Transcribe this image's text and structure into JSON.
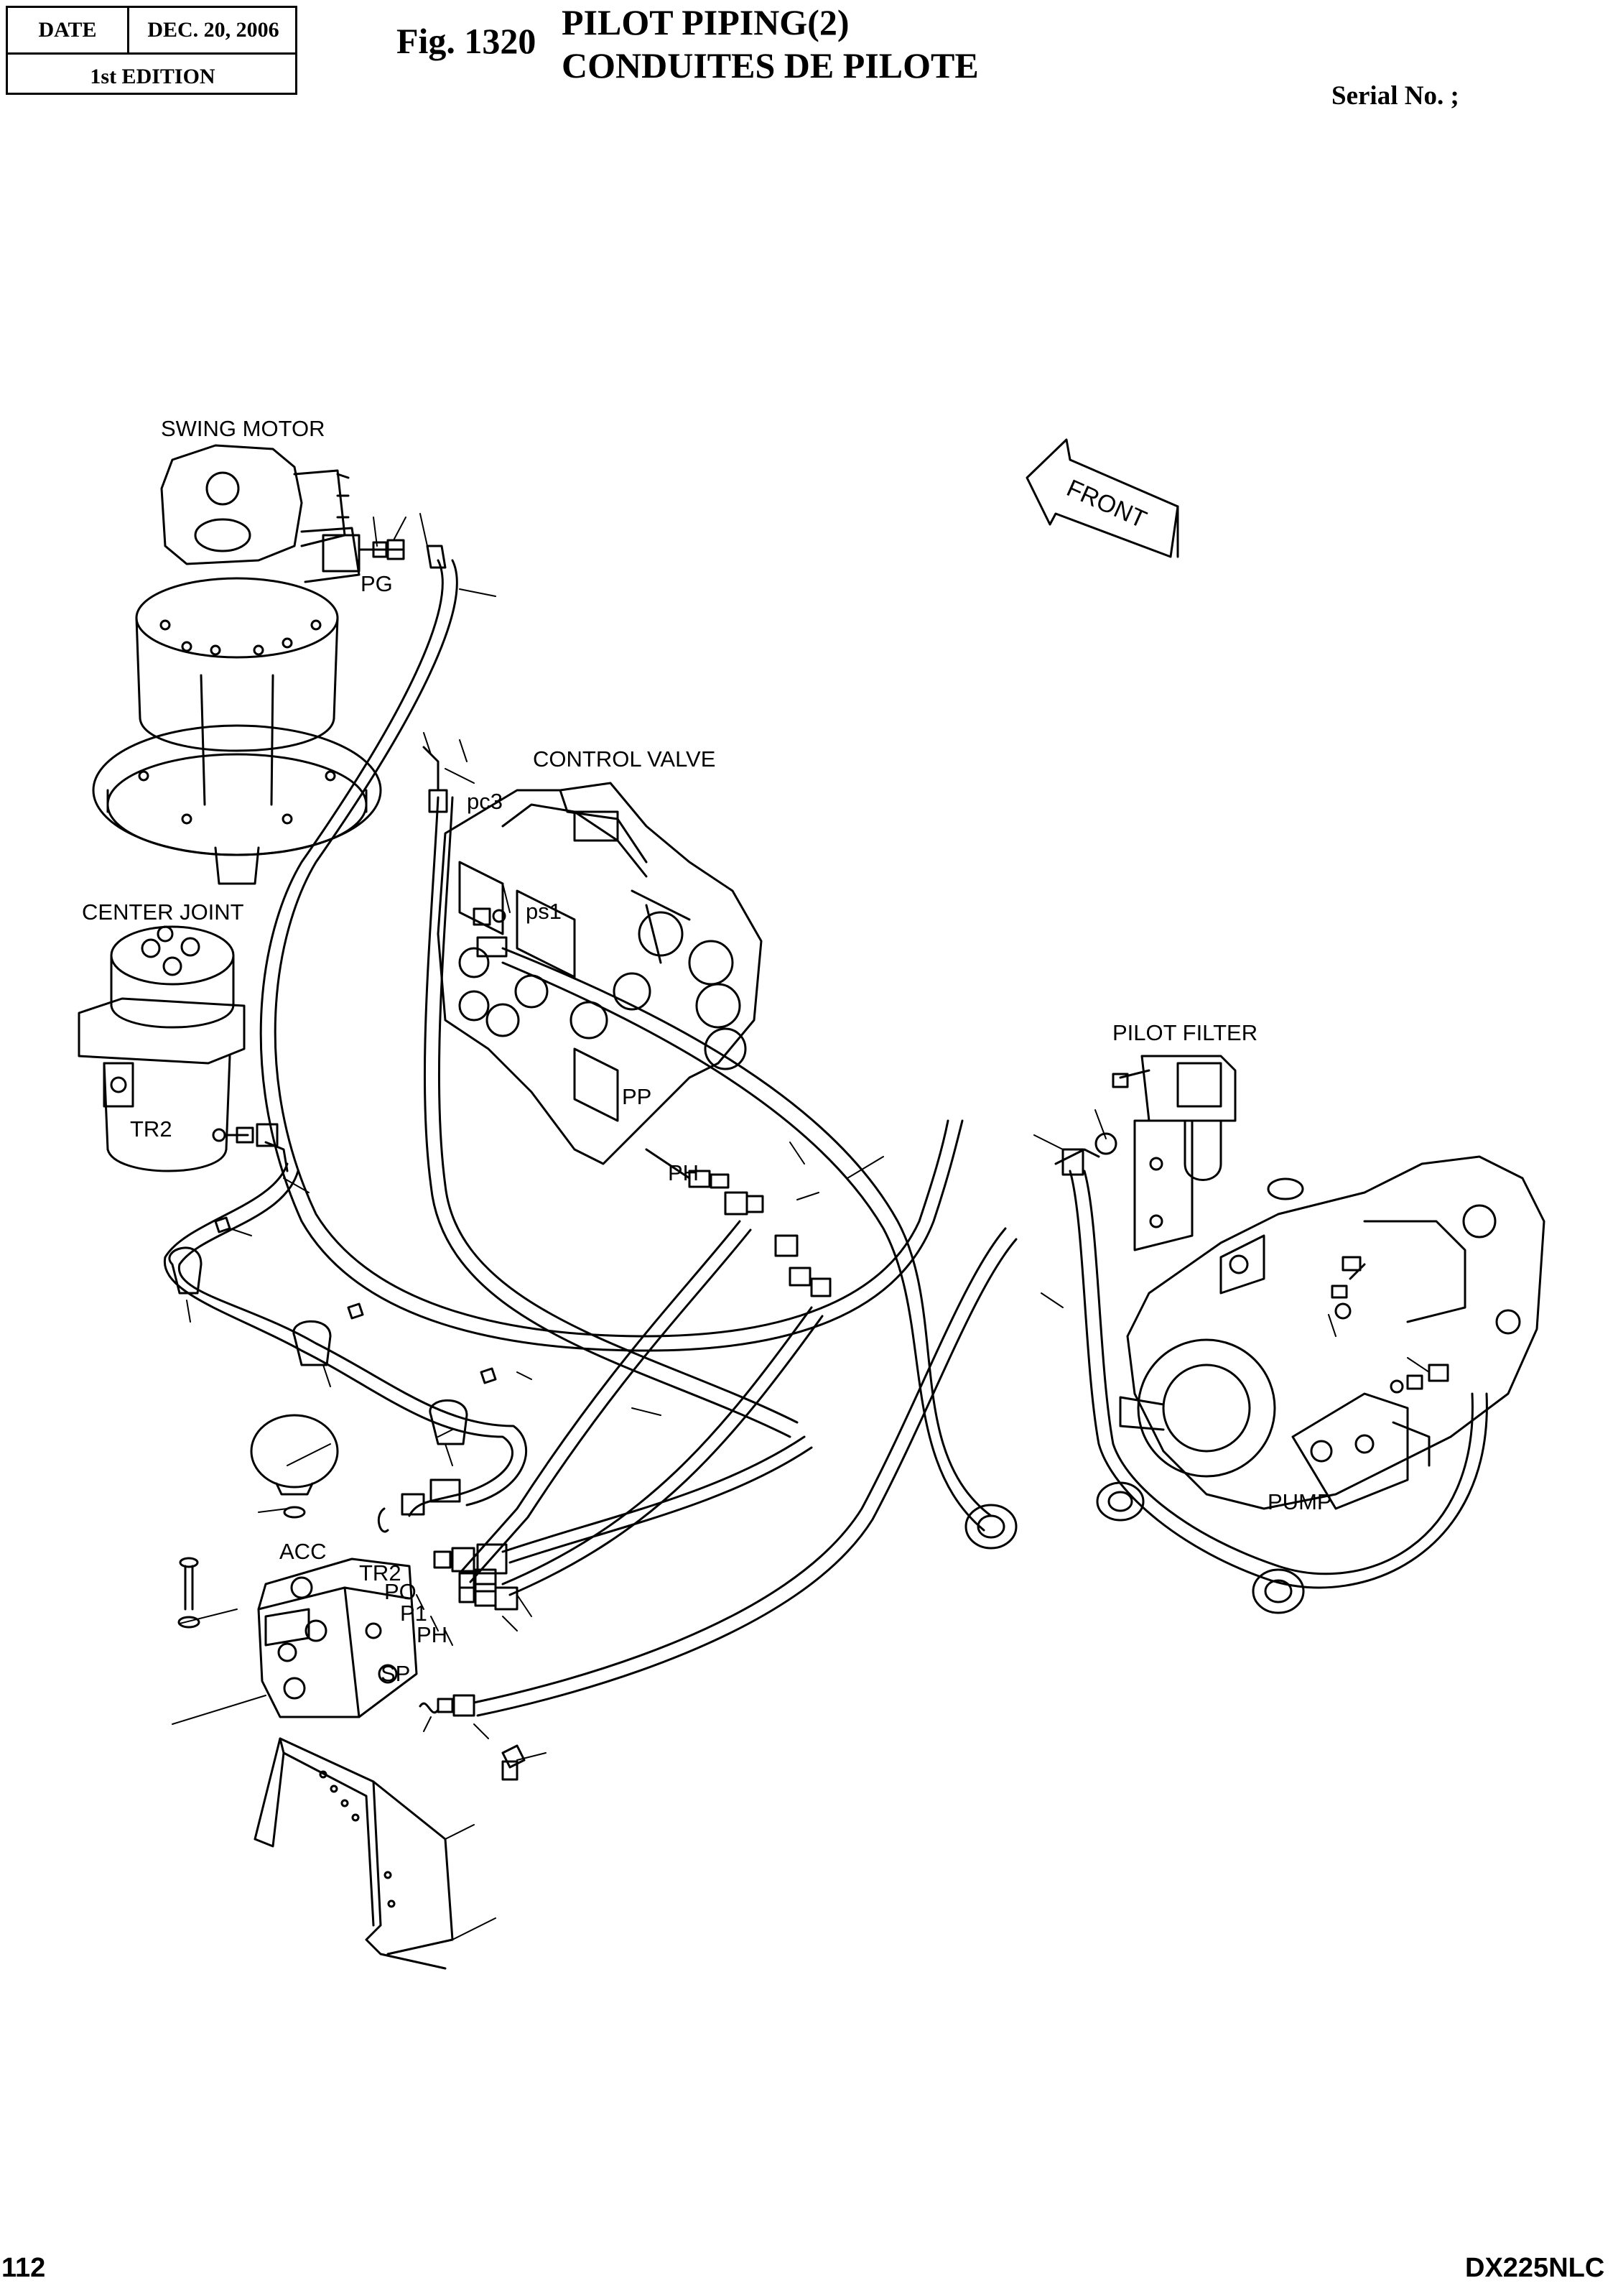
{
  "header": {
    "date_label": "DATE",
    "date_value": "DEC. 20, 2006",
    "edition": "1st EDITION",
    "fig_label": "Fig. 1320",
    "title_en": "PILOT  PIPING(2)",
    "title_fr": "CONDUITES  DE  PILOTE",
    "serial": "Serial No. ;"
  },
  "labels": {
    "swing_motor": "SWING MOTOR",
    "pg": "PG",
    "front": "FRONT",
    "control_valve": "CONTROL VALVE",
    "pc3": "pc3",
    "ps1": "ps1",
    "center_joint": "CENTER JOINT",
    "tr2_joint": "TR2",
    "pp": "PP",
    "ph_valve": "PH",
    "pilot_filter": "PILOT FILTER",
    "pump": "PUMP",
    "acc": "ACC",
    "tr2_block": "TR2",
    "po": "PO",
    "p1": "P1",
    "ph_block": "PH",
    "sp": "SP"
  },
  "footer": {
    "page": "112",
    "model": "DX225NLC"
  }
}
